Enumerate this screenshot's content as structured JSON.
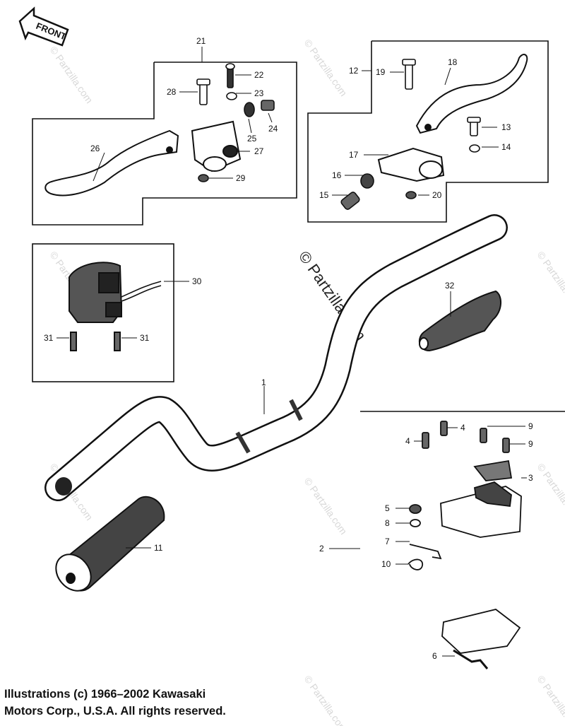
{
  "front_arrow": {
    "label": "FRONT"
  },
  "watermarks": {
    "small": "© Partzilla.com",
    "large": "© Partzilla.com"
  },
  "parts": [
    {
      "ref": "1"
    },
    {
      "ref": "2"
    },
    {
      "ref": "3"
    },
    {
      "ref": "4"
    },
    {
      "ref": "4"
    },
    {
      "ref": "5"
    },
    {
      "ref": "6"
    },
    {
      "ref": "7"
    },
    {
      "ref": "8"
    },
    {
      "ref": "9"
    },
    {
      "ref": "9"
    },
    {
      "ref": "10"
    },
    {
      "ref": "11"
    },
    {
      "ref": "12"
    },
    {
      "ref": "13"
    },
    {
      "ref": "14"
    },
    {
      "ref": "15"
    },
    {
      "ref": "16"
    },
    {
      "ref": "17"
    },
    {
      "ref": "18"
    },
    {
      "ref": "19"
    },
    {
      "ref": "20"
    },
    {
      "ref": "21"
    },
    {
      "ref": "22"
    },
    {
      "ref": "23"
    },
    {
      "ref": "24"
    },
    {
      "ref": "25"
    },
    {
      "ref": "26"
    },
    {
      "ref": "27"
    },
    {
      "ref": "28"
    },
    {
      "ref": "29"
    },
    {
      "ref": "30"
    },
    {
      "ref": "31"
    },
    {
      "ref": "31"
    },
    {
      "ref": "32"
    }
  ],
  "copyright": {
    "line1": "Illustrations (c) 1966–2002 Kawasaki",
    "line2": "Motors Corp., U.S.A.  All rights reserved."
  }
}
